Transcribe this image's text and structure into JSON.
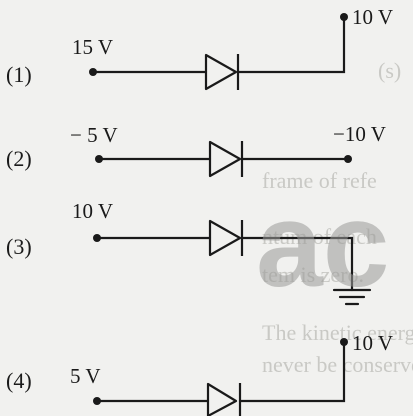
{
  "options": [
    {
      "number": "(1)",
      "left_voltage": "15 V",
      "right_voltage": "10 V"
    },
    {
      "number": "(2)",
      "left_voltage": "− 5 V",
      "right_voltage": "−10 V"
    },
    {
      "number": "(3)",
      "left_voltage": "10 V",
      "right_voltage": ""
    },
    {
      "number": "(4)",
      "left_voltage": "5 V",
      "right_voltage": "10 V"
    }
  ],
  "watermark": "ac",
  "ink_color": "#1a1a1a",
  "background_color": "#f1f1ef"
}
